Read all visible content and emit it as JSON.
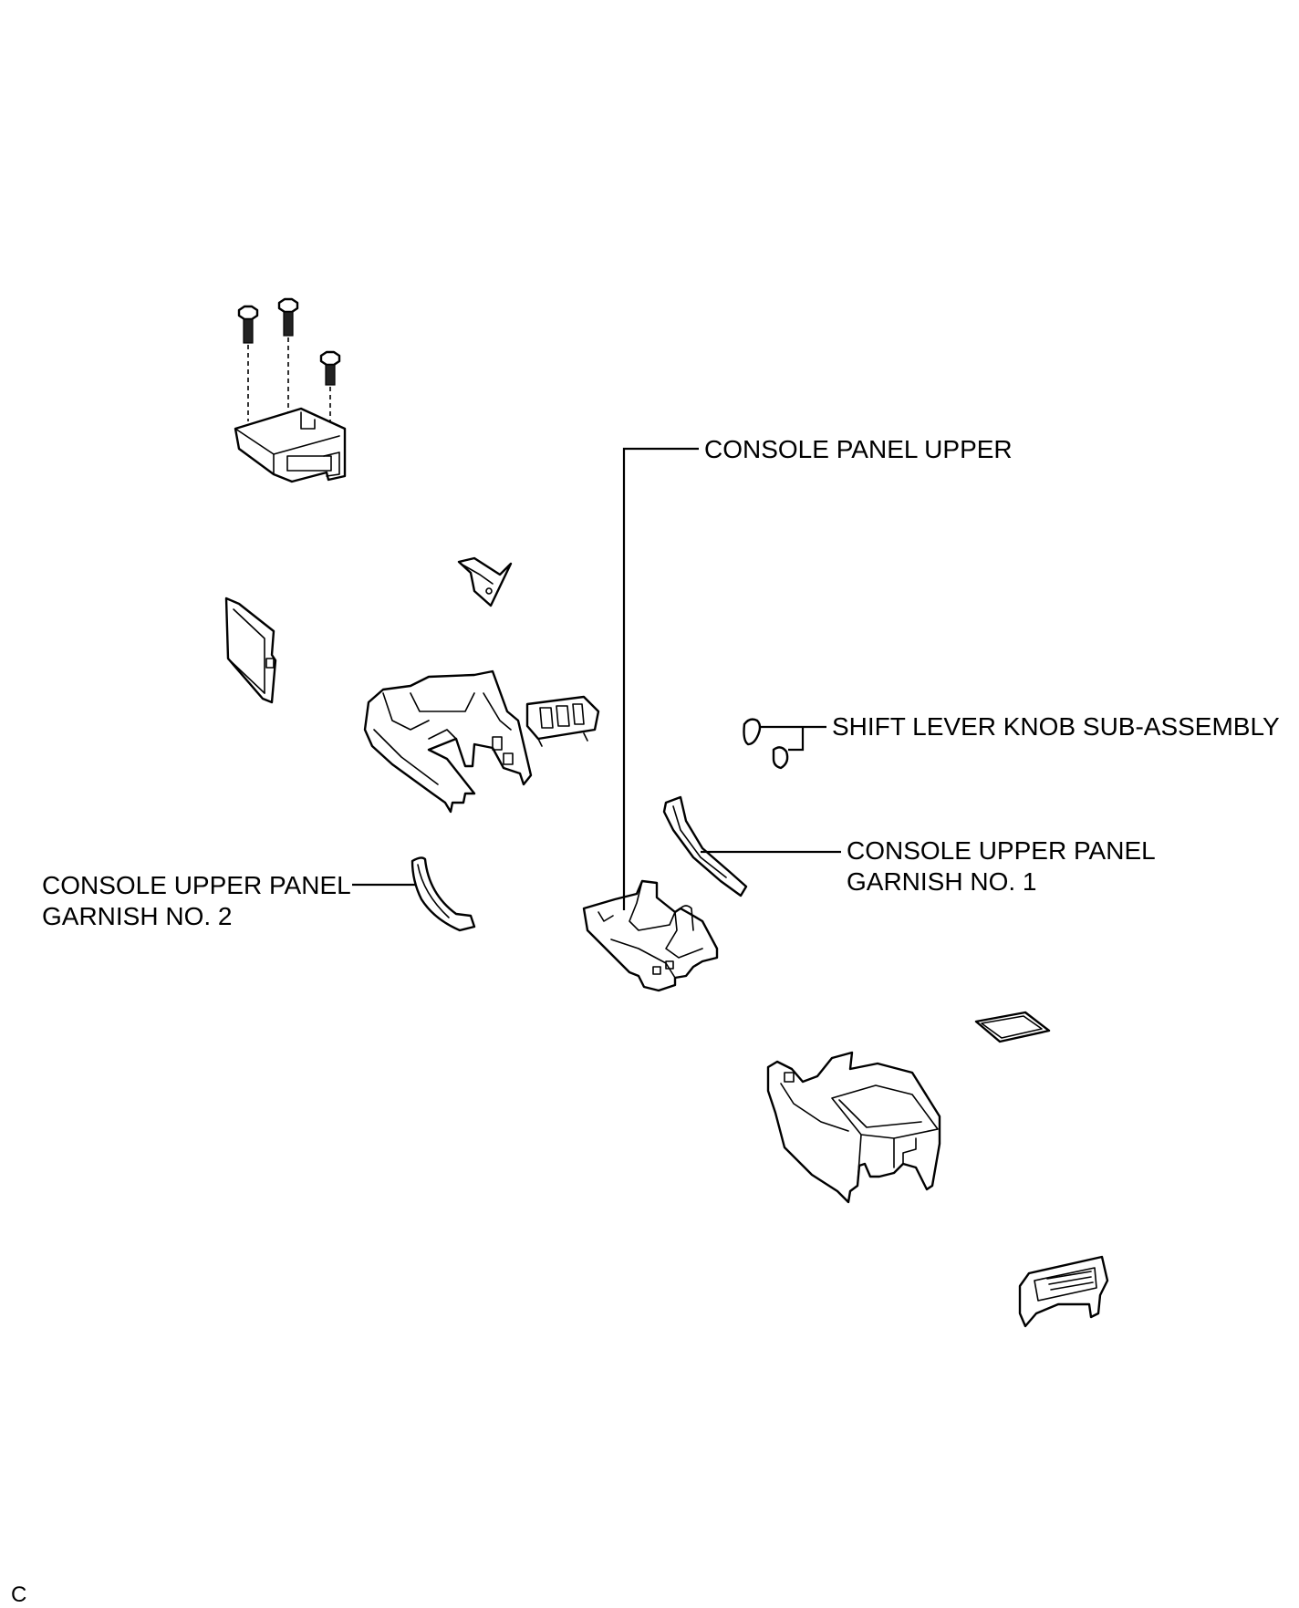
{
  "labels": {
    "console_panel_upper": "CONSOLE PANEL UPPER",
    "shift_lever_knob": "SHIFT LEVER KNOB SUB-ASSEMBLY",
    "garnish_no1_line1": "CONSOLE UPPER PANEL",
    "garnish_no1_line2": "GARNISH NO. 1",
    "garnish_no2_line1": "CONSOLE UPPER PANEL",
    "garnish_no2_line2": "GARNISH NO. 2"
  },
  "figure_code": "C",
  "icons": [
    "bolt-icon",
    "control-unit-icon",
    "bracket-icon",
    "console-box-icon",
    "switch-panel-icon",
    "shift-knob-icon",
    "garnish-icon",
    "console-panel-icon",
    "cover-plate-icon",
    "rear-console-icon",
    "register-icon"
  ],
  "colors": {
    "line": "#000000",
    "background": "#ffffff"
  }
}
